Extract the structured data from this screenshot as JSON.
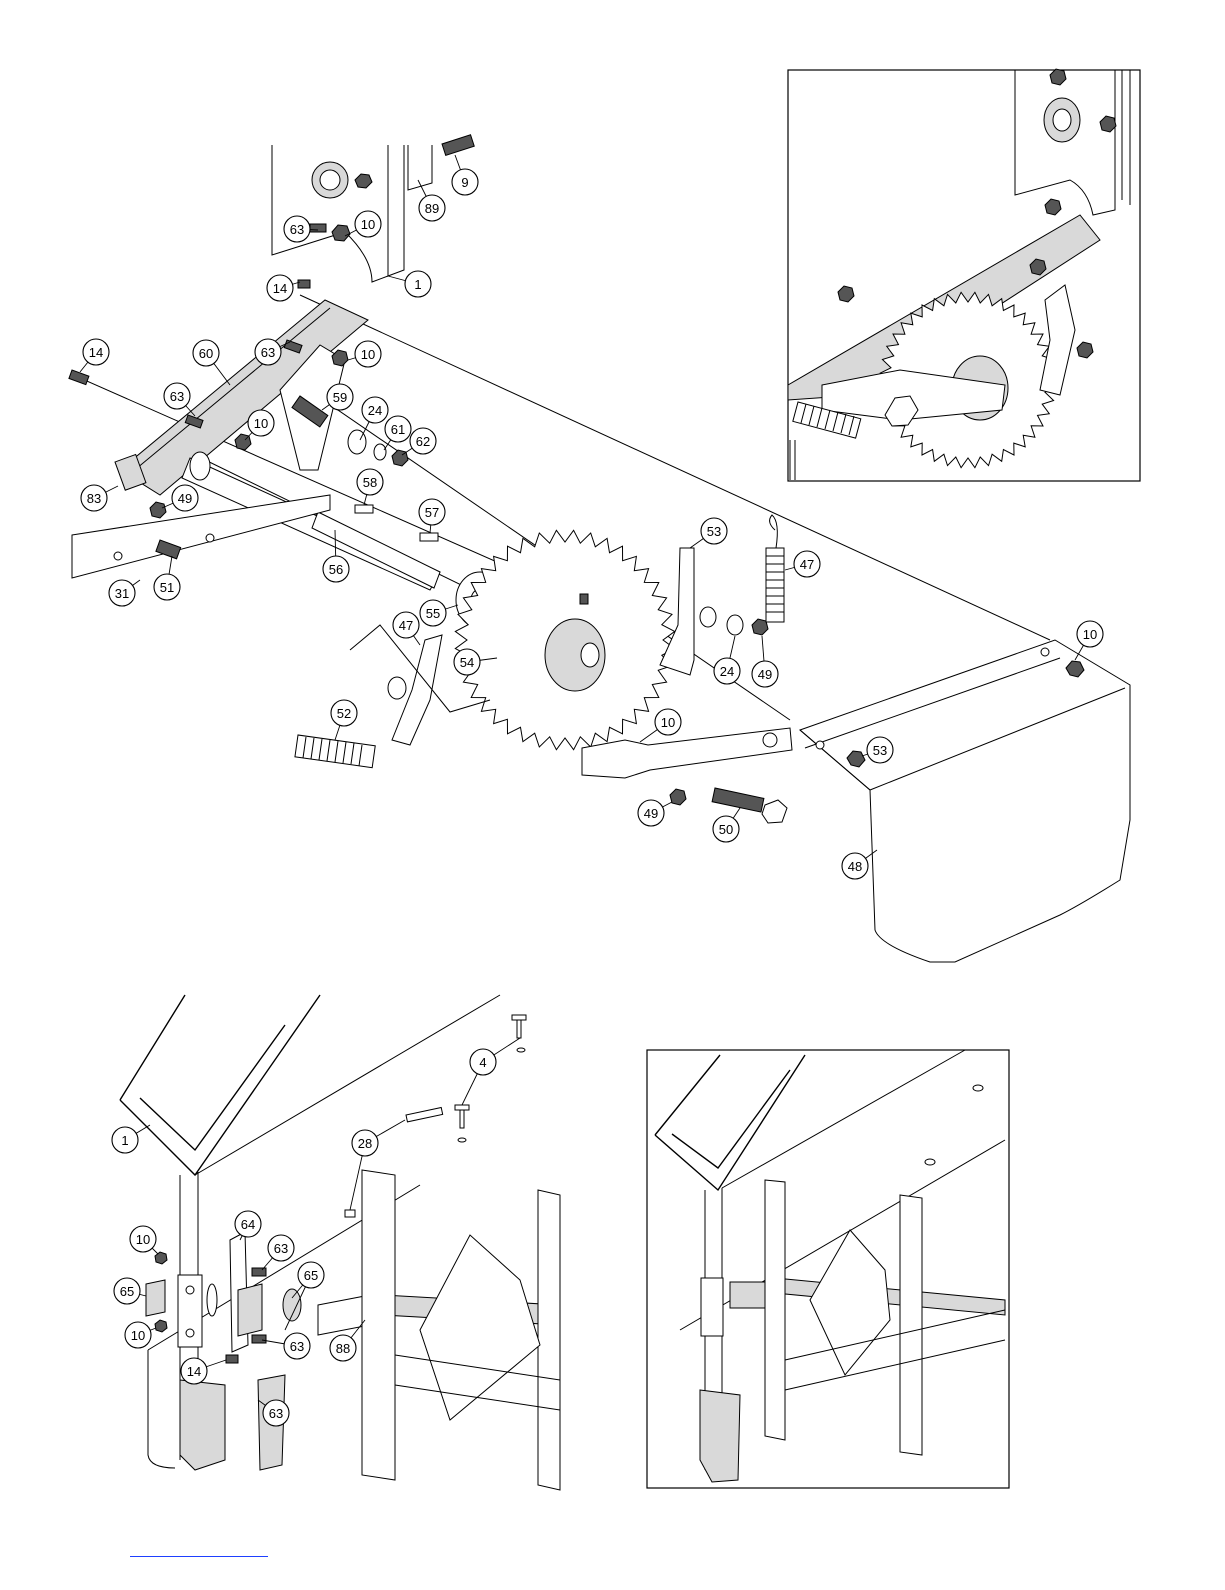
{
  "drawing": {
    "top_view_labels": [
      "1",
      "9",
      "89",
      "63",
      "10",
      "14",
      "60",
      "63",
      "10",
      "14",
      "63",
      "10",
      "59",
      "24",
      "61",
      "62",
      "83",
      "49",
      "58",
      "57",
      "53",
      "47",
      "31",
      "51",
      "56",
      "55",
      "54",
      "24",
      "49",
      "10",
      "53",
      "47",
      "52",
      "10",
      "49",
      "50",
      "48"
    ],
    "bottom_view_labels": [
      "1",
      "4",
      "28",
      "64",
      "63",
      "10",
      "65",
      "65",
      "10",
      "14",
      "63",
      "88",
      "63"
    ]
  },
  "colors": {
    "line": "#000000",
    "fill_light": "#d9d9d9",
    "link": "#1e40ff"
  }
}
